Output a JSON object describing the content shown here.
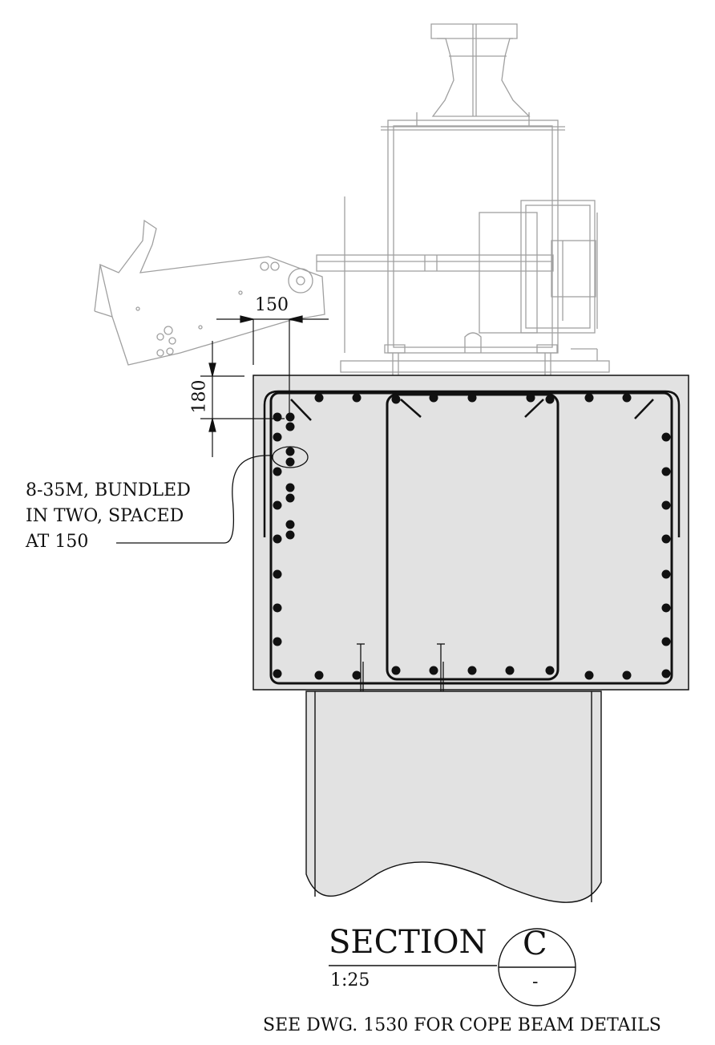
{
  "dimensions": {
    "horizontal": "150",
    "vertical": "180"
  },
  "rebar_note": {
    "line1": "8-35M, BUNDLED",
    "line2": "IN TWO, SPACED",
    "line3": "AT 150"
  },
  "section_title": {
    "label": "SECTION",
    "letter": "C",
    "sheet": "-",
    "scale": "1:25"
  },
  "footer_note": "SEE DWG. 1530 FOR COPE BEAM DETAILS",
  "colors": {
    "ink": "#111111",
    "concrete_fill": "#e2e2e2",
    "background_equipment": "#9a9a9a"
  }
}
